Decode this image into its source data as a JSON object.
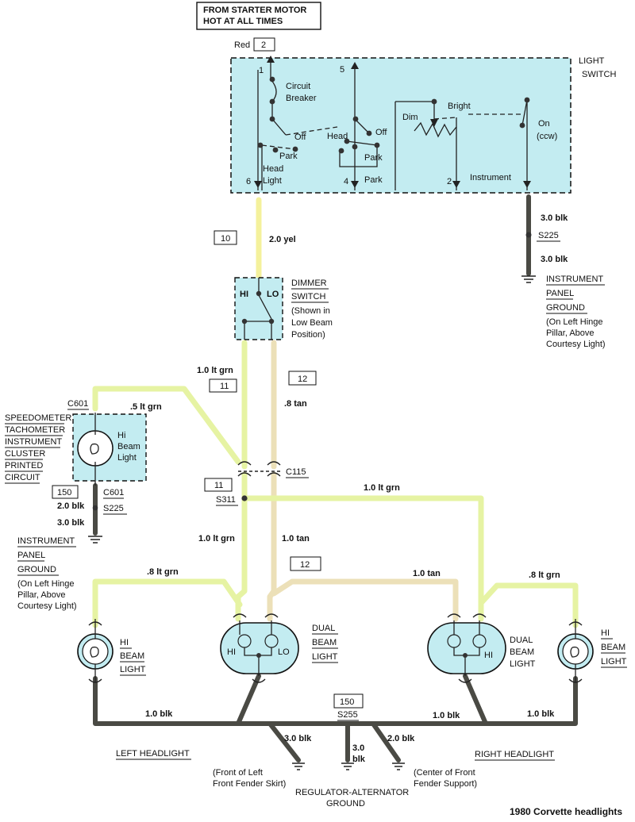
{
  "source": {
    "line1": "FROM STARTER MOTOR",
    "line2": "HOT AT ALL TIMES"
  },
  "red_wire": {
    "color": "Red",
    "circuit": "2"
  },
  "light_switch": {
    "title1": "LIGHT",
    "title2": "SWITCH",
    "pin1": "1",
    "pin5": "5",
    "pin6": "6",
    "pin4": "4",
    "pin2": "2",
    "circuit_breaker1": "Circuit",
    "circuit_breaker2": "Breaker",
    "off_left": "Off",
    "park_left": "Park",
    "head_light1": "Head",
    "head_light2": "Light",
    "head": "Head",
    "off_right": "Off",
    "park_mid": "Park",
    "park_bottom": "Park",
    "dim": "Dim",
    "bright": "Bright",
    "instrument": "Instrument",
    "on1": "On",
    "on2": "(ccw)"
  },
  "wire_10": {
    "circuit": "10",
    "gauge": "2.0 yel"
  },
  "ground_right": {
    "gauge_top": "3.0 blk",
    "splice": "S225",
    "gauge_bottom": "3.0 blk",
    "label1": "INSTRUMENT",
    "label2": "PANEL",
    "label3": "GROUND",
    "note1": "(On Left Hinge",
    "note2": "Pillar, Above",
    "note3": "Courtesy Light)"
  },
  "dimmer_switch": {
    "hi": "HI",
    "lo": "LO",
    "title1": "DIMMER",
    "title2": "SWITCH",
    "note1": "(Shown in",
    "note2": "Low Beam",
    "note3": "Position)"
  },
  "wire_11_top": {
    "gauge": "1.0 lt grn",
    "circuit": "11"
  },
  "wire_12_top": {
    "circuit": "12",
    "gauge": ".8 tan"
  },
  "cluster": {
    "connector_top": "C601",
    "wire_gauge": ".5 lt grn",
    "lines": [
      "SPEEDOMETER",
      "TACHOMETER",
      "INSTRUMENT",
      "CLUSTER",
      "PRINTED",
      "CIRCUIT"
    ],
    "lamp1": "Hi",
    "lamp2": "Beam",
    "lamp3": "Light",
    "circuit_bottom": "150",
    "connector_bottom": "C601",
    "gauge_bottom": "2.0 blk",
    "splice": "S225",
    "gauge_ground": "3.0 blk"
  },
  "ground_left": {
    "label1": "INSTRUMENT",
    "label2": "PANEL",
    "label3": "GROUND",
    "note1": "(On Left Hinge",
    "note2": "Pillar, Above",
    "note3": "Courtesy Light)"
  },
  "c115": "C115",
  "s311": {
    "circuit": "11",
    "splice": "S311"
  },
  "wires_mid": {
    "right_grn": "1.0 lt grn",
    "left_grn": "1.0 lt grn",
    "tan": "1.0 tan",
    "circuit_12": "12",
    "tan_right": "1.0 tan",
    "left_hi_grn": ".8 lt grn",
    "right_hi_grn": ".8 lt grn"
  },
  "left_headlight": {
    "hi_label1": "HI",
    "hi_label2": "BEAM",
    "hi_label3": "LIGHT",
    "dual_hi": "HI",
    "dual_lo": "LO",
    "dual1": "DUAL",
    "dual2": "BEAM",
    "dual3": "LIGHT",
    "ground_gauge": "1.0 blk",
    "caption": "LEFT HEADLIGHT"
  },
  "right_headlight": {
    "dual1": "DUAL",
    "dual2": "BEAM",
    "dual3": "LIGHT",
    "dual_hi": "HI",
    "hi_label1": "HI",
    "hi_label2": "BEAM",
    "hi_label3": "LIGHT",
    "ground_gauge_left": "1.0 blk",
    "ground_gauge_right": "1.0 blk",
    "caption": "RIGHT HEADLIGHT"
  },
  "ground_bottom": {
    "circuit": "150",
    "splice": "S255",
    "gauge_left": "3.0 blk",
    "gauge_mid1": "3.0",
    "gauge_mid2": "blk",
    "gauge_right": "2.0 blk",
    "left_note1": "(Front of Left",
    "left_note2": "Front Fender Skirt)",
    "right_note1": "(Center of Front",
    "right_note2": "Fender Support)",
    "center1": "REGULATOR-ALTERNATOR",
    "center2": "GROUND"
  },
  "caption": "1980 Corvette headlights",
  "colors": {
    "component_fill": "#c3ecf1",
    "yellow_wire": "#f4f19c",
    "green_wire": "#e6f3a3",
    "tan_wire": "#ece0b8",
    "black_wire": "#4a4a44"
  }
}
